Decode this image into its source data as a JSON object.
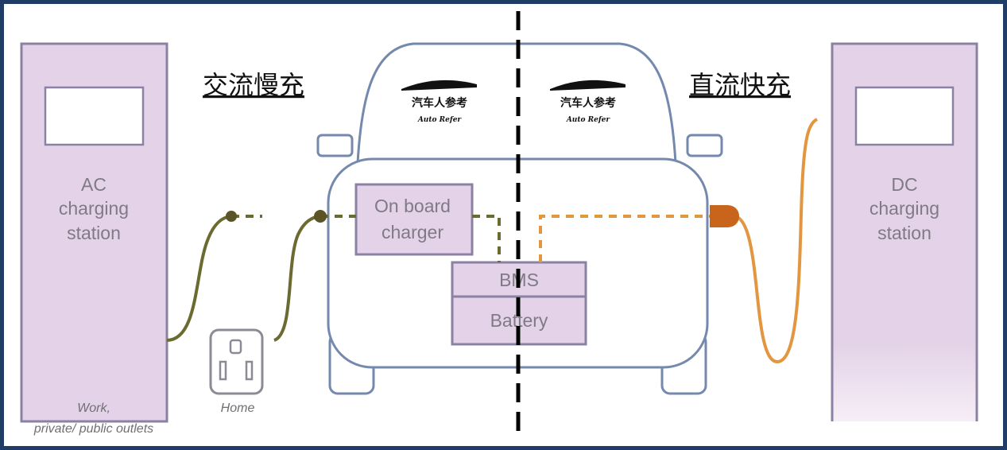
{
  "titles": {
    "ac": "交流慢充",
    "dc": "直流快充"
  },
  "ac_station": {
    "line1": "AC",
    "line2": "charging",
    "line3": "station",
    "caption1": "Work,",
    "caption2": "private/ public outlets"
  },
  "dc_station": {
    "line1": "DC",
    "line2": "charging",
    "line3": "station"
  },
  "home": {
    "caption": "Home"
  },
  "car": {
    "onboard1": "On board",
    "onboard2": "charger",
    "bms": "BMS",
    "battery": "Battery"
  },
  "watermark": {
    "cn": "汽车人参考",
    "en": "Auto Refer"
  },
  "colors": {
    "border": "#1f3d66",
    "station": "#e4d3e8",
    "ac_cable": "#6b6a30",
    "dc_cable": "#e39640",
    "car_outline": "#7489ad"
  }
}
